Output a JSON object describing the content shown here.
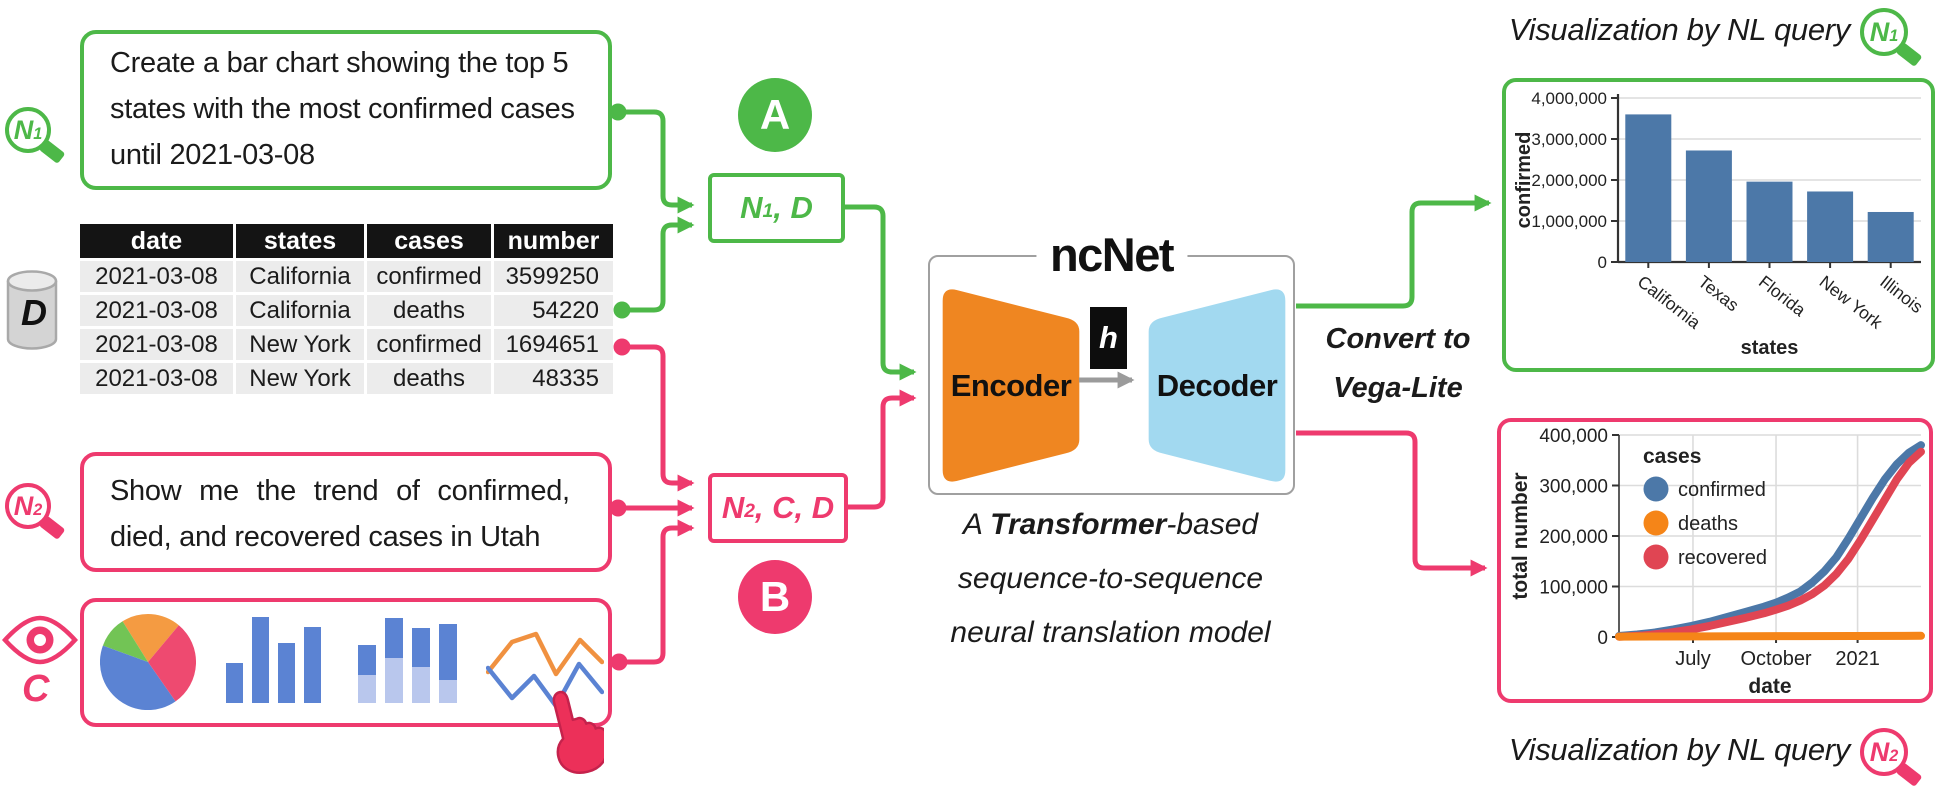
{
  "queries": {
    "n1": {
      "badge_letter": "N",
      "badge_sub": "1",
      "line1": "Create a bar chart showing the top 5",
      "line2": "states with the most confirmed cases",
      "line3": "until 2021-03-08"
    },
    "n2": {
      "badge_letter": "N",
      "badge_sub": "2",
      "line1": "Show me the trend of confirmed,",
      "line2": "died, and recovered cases in Utah"
    }
  },
  "dataset": {
    "icon_label": "D",
    "columns": [
      "date",
      "states",
      "cases",
      "number"
    ],
    "rows": [
      [
        "2021-03-08",
        "California",
        "confirmed",
        "3599250"
      ],
      [
        "2021-03-08",
        "California",
        "deaths",
        "54220"
      ],
      [
        "2021-03-08",
        "New York",
        "confirmed",
        "1694651"
      ],
      [
        "2021-03-08",
        "New York",
        "deaths",
        "48335"
      ]
    ]
  },
  "chart_templates": {
    "icon_label": "C"
  },
  "branches": {
    "a": {
      "badge": "A",
      "input_main": "N",
      "input_sub": "1",
      "input_rest": ", D"
    },
    "b": {
      "badge": "B",
      "input_main": "N",
      "input_sub": "2",
      "input_rest": ", C, D"
    }
  },
  "model": {
    "title": "ncNet",
    "encoder_label": "Encoder",
    "decoder_label": "Decoder",
    "hidden_label": "h",
    "caption": {
      "pre": "A ",
      "bold": "Transformer",
      "post": "-based",
      "line2": "sequence-to-sequence",
      "line3": "neural translation model"
    }
  },
  "convert_note": {
    "line1": "Convert to",
    "line2": "Vega-Lite"
  },
  "output_labels": {
    "top": {
      "text": "Visualization by NL query",
      "badge_letter": "N",
      "badge_sub": "1"
    },
    "bottom": {
      "text": "Visualization by NL query",
      "badge_letter": "N",
      "badge_sub": "2"
    }
  },
  "colors": {
    "green_accent": "#4db848",
    "pink_accent": "#ee3a6e",
    "hand_fill": "#ec3059",
    "encoder_orange": "#ef8621",
    "decoder_blue": "#a2d9f0",
    "table_header_bg": "#141414",
    "table_row_bg": "#ececec",
    "bar_blue": "#4c78a8",
    "series_orange": "#f58518",
    "series_red": "#e04553"
  },
  "chart_data": [
    {
      "type": "bar",
      "title": "Top 5 states with the most confirmed cases until 2021-03-08",
      "categories": [
        "California",
        "Texas",
        "Florida",
        "New York",
        "Illinois"
      ],
      "values": [
        3600000,
        2720000,
        1960000,
        1720000,
        1220000
      ],
      "xlabel": "states",
      "ylabel": "confirmed",
      "ylim": [
        0,
        4000000
      ],
      "yticks": [
        0,
        1000000,
        2000000,
        3000000,
        4000000
      ],
      "ytick_labels": [
        "0",
        "1,000,000",
        "2,000,000",
        "3,000,000",
        "4,000,000"
      ],
      "grid": true,
      "bar_color": "#4c78a8"
    },
    {
      "type": "line",
      "title": "Trend of confirmed, died, and recovered cases in Utah",
      "xlabel": "date",
      "ylabel": "total number",
      "ylim": [
        0,
        400000
      ],
      "yticks": [
        0,
        100000,
        200000,
        300000,
        400000
      ],
      "ytick_labels": [
        "0",
        "100,000",
        "200,000",
        "300,000",
        "400,000"
      ],
      "xticks": [
        {
          "pos": 0.245,
          "label": "July"
        },
        {
          "pos": 0.52,
          "label": "October"
        },
        {
          "pos": 0.79,
          "label": "2021"
        }
      ],
      "grid": true,
      "legend_title": "cases",
      "legend_position": "top-left",
      "series": [
        {
          "name": "confirmed",
          "color": "#4c78a8",
          "points": [
            [
              0,
              2000
            ],
            [
              0.06,
              5000
            ],
            [
              0.12,
              9000
            ],
            [
              0.18,
              15000
            ],
            [
              0.24,
              22000
            ],
            [
              0.3,
              30000
            ],
            [
              0.36,
              40000
            ],
            [
              0.42,
              50000
            ],
            [
              0.48,
              60000
            ],
            [
              0.52,
              68000
            ],
            [
              0.56,
              78000
            ],
            [
              0.6,
              90000
            ],
            [
              0.64,
              108000
            ],
            [
              0.68,
              130000
            ],
            [
              0.72,
              158000
            ],
            [
              0.76,
              195000
            ],
            [
              0.8,
              235000
            ],
            [
              0.84,
              275000
            ],
            [
              0.88,
              312000
            ],
            [
              0.92,
              342000
            ],
            [
              0.96,
              365000
            ],
            [
              1,
              380000
            ]
          ]
        },
        {
          "name": "deaths",
          "color": "#f58518",
          "points": [
            [
              0,
              800
            ],
            [
              0.3,
              1200
            ],
            [
              0.6,
              1700
            ],
            [
              1,
              2300
            ]
          ]
        },
        {
          "name": "recovered",
          "color": "#e04553",
          "points": [
            [
              0,
              500
            ],
            [
              0.08,
              3000
            ],
            [
              0.16,
              8000
            ],
            [
              0.24,
              15000
            ],
            [
              0.3,
              22000
            ],
            [
              0.36,
              30000
            ],
            [
              0.42,
              38000
            ],
            [
              0.48,
              47000
            ],
            [
              0.52,
              54000
            ],
            [
              0.56,
              62000
            ],
            [
              0.6,
              72000
            ],
            [
              0.64,
              85000
            ],
            [
              0.68,
              102000
            ],
            [
              0.72,
              125000
            ],
            [
              0.76,
              155000
            ],
            [
              0.8,
              192000
            ],
            [
              0.84,
              232000
            ],
            [
              0.88,
              272000
            ],
            [
              0.92,
              312000
            ],
            [
              0.96,
              345000
            ],
            [
              1,
              367000
            ]
          ]
        }
      ]
    }
  ]
}
